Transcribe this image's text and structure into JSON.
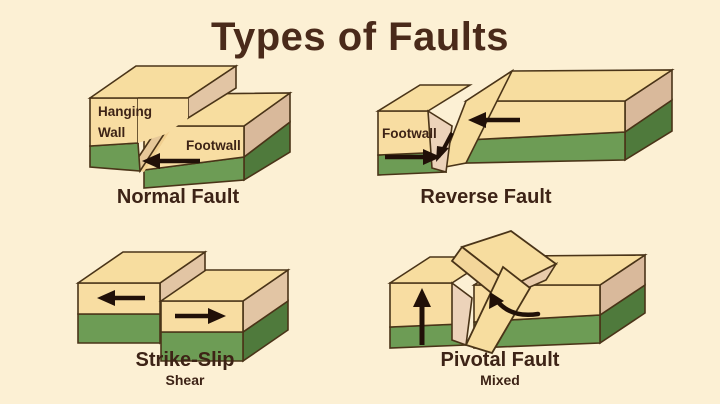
{
  "page": {
    "title": "Types of Faults",
    "background_color": "#fcf0d4"
  },
  "colors": {
    "background": "#fcf0d4",
    "rock_top": "#f7dd9f",
    "rock_front": "#f8dda2",
    "rock_side": "#e2c5a4",
    "rock_side_dark": "#d9b99b",
    "soil_front": "#6d9c55",
    "soil_side": "#4f7a3c",
    "outline": "#4a3418",
    "text_dark": "#3d2316",
    "title_brown": "#4a2a1a",
    "arrow": "#211008",
    "wedge_pink": "#e9cdb3",
    "wedge_green": "#6d9c55"
  },
  "diagrams": [
    {
      "id": "normal-fault",
      "name": "Normal Fault",
      "subtitle": "",
      "labels": [
        {
          "id": "hanging-wall",
          "lines": [
            "Hanging",
            "Wall"
          ]
        },
        {
          "id": "footwall",
          "lines": [
            "Footwall"
          ]
        }
      ],
      "arrows": [
        {
          "id": "hanging-wall-slip-arrow",
          "direction": "left"
        }
      ]
    },
    {
      "id": "reverse-fault",
      "name": "Reverse  Fault",
      "subtitle": "",
      "labels": [
        {
          "id": "footwall",
          "lines": [
            "Footwall"
          ]
        }
      ],
      "arrows": [
        {
          "id": "footwall-arrow",
          "direction": "right"
        },
        {
          "id": "hanging-wall-arrow",
          "direction": "left"
        },
        {
          "id": "wedge-arrow",
          "direction": "down-left"
        }
      ]
    },
    {
      "id": "strike-slip-fault",
      "name": "Strike-Slip",
      "subtitle": "Shear",
      "labels": [],
      "arrows": [
        {
          "id": "left-block-arrow",
          "direction": "left"
        },
        {
          "id": "right-block-arrow",
          "direction": "right"
        }
      ]
    },
    {
      "id": "pivotal-fault",
      "name": "Pivotal Fault",
      "subtitle": "Mixed",
      "labels": [],
      "arrows": [
        {
          "id": "left-block-arrow",
          "direction": "up"
        },
        {
          "id": "right-block-arrow",
          "direction": "curved-left"
        }
      ]
    }
  ]
}
